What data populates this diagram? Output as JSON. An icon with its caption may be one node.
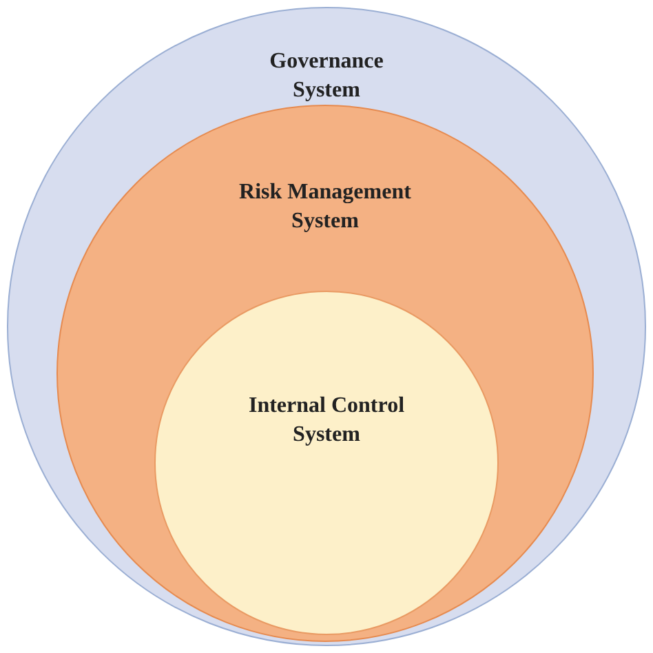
{
  "diagram": {
    "nodes": [
      {
        "text": [
          "Governance System"
        ]
      },
      {
        "text": [
          "Risk Management System"
        ],
        "in": 0
      },
      {
        "text": [
          "Internal Control System"
        ],
        "in": 1
      }
    ]
  }
}
